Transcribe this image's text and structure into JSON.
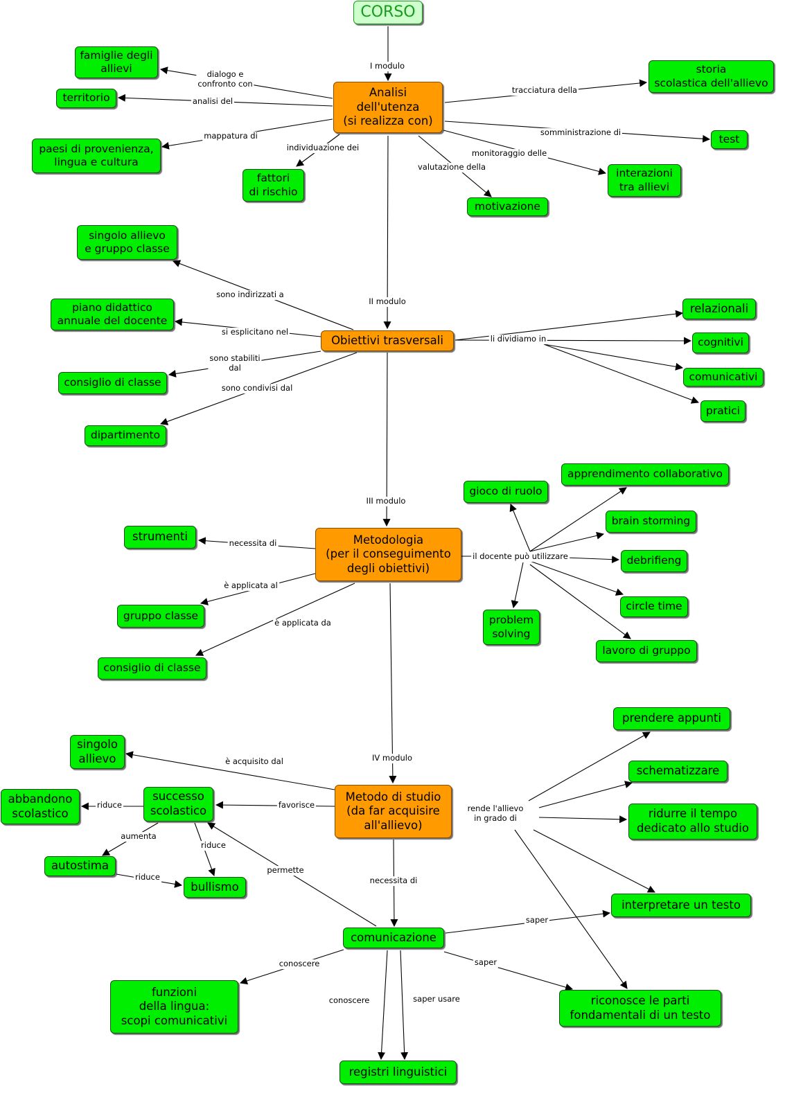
{
  "nodes": {
    "corso": "CORSO",
    "analisi": "Analisi\ndell'utenza\n(si realizza con)",
    "famiglie": "famiglie degli\nallievi",
    "territorio": "territorio",
    "paesi": "paesi di provenienza,\nlingua e cultura",
    "fattori": "fattori\ndi rischio",
    "motivazione": "motivazione",
    "interazioni": "interazioni\ntra allievi",
    "test": "test",
    "storia": "storia\nscolastica dell'allievo",
    "obiettivi": "Obiettivi trasversali",
    "singolo_gruppo": "singolo allievo\ne gruppo classe",
    "piano": "piano didattico\nannuale del docente",
    "consiglio1": "consiglio di classe",
    "dipartimento": "dipartimento",
    "relazionali": "relazionali",
    "cognitivi": "cognitivi",
    "comunicativi": "comunicativi",
    "pratici": "pratici",
    "metodologia": "Metodologia\n(per il conseguimento\ndegli obiettivi)",
    "strumenti": "strumenti",
    "gruppo_classe": "gruppo classe",
    "consiglio2": "consiglio di classe",
    "gioco": "gioco di ruolo",
    "apprendimento": "apprendimento collaborativo",
    "brain": "brain storming",
    "debriefing": "debrifieng",
    "circle": "circle time",
    "lavoro": "lavoro di gruppo",
    "problem": "problem\nsolving",
    "metodo": "Metodo di studio\n(da far acquisire\nall'allievo)",
    "singolo": "singolo\nallievo",
    "successo": "successo\nscolastico",
    "abbandono": "abbandono\nscolastico",
    "autostima": "autostima",
    "bullismo": "bullismo",
    "comunicazione": "comunicazione",
    "funzioni": "funzioni\ndella lingua:\nscopi  comunicativi",
    "registri": "registri linguistici",
    "prendere": "prendere appunti",
    "schematizzare": "schematizzare",
    "ridurre": "ridurre il tempo\ndedicato allo studio",
    "interpretare": "interpretare un testo",
    "riconosce": "riconosce le parti\nfondamentali di un testo"
  },
  "links": {
    "i_modulo": "I modulo",
    "dialogo": "dialogo e\nconfronto con",
    "analisi_del": "analisi del",
    "mappatura": "mappatura di",
    "individuazione": "individuazione dei",
    "valutazione": "valutazione della",
    "monitoraggio": "monitoraggio delle",
    "somministrazione": "somministrazione di",
    "tracciatura": "tracciatura della",
    "ii_modulo": "II modulo",
    "indirizzati": "sono indirizzati a",
    "esplicitano": "si esplicitano nel",
    "stabiliti": "sono  stabiliti\ndal",
    "condivisi": "sono condivisi dal",
    "dividiamo": "li dividiamo in",
    "iii_modulo": "III modulo",
    "necessita1": "necessita di",
    "applicata_al": "è applicata al",
    "applicata_da": "è applicata da",
    "docente": "il docente può utilizzare",
    "iv_modulo": "IV modulo",
    "acquisito": "è acquisito dal",
    "favorisce": "favorisce",
    "riduce1": "riduce",
    "aumenta": "aumenta",
    "riduce2": "riduce",
    "riduce3": "riduce",
    "permette": "permette",
    "necessita2": "necessita di",
    "rende": "rende l'allievo\nin grado di",
    "saper1": "saper",
    "saper2": "saper",
    "conoscere1": "conoscere",
    "conoscere2": "conoscere",
    "saper_usare": "saper usare"
  }
}
